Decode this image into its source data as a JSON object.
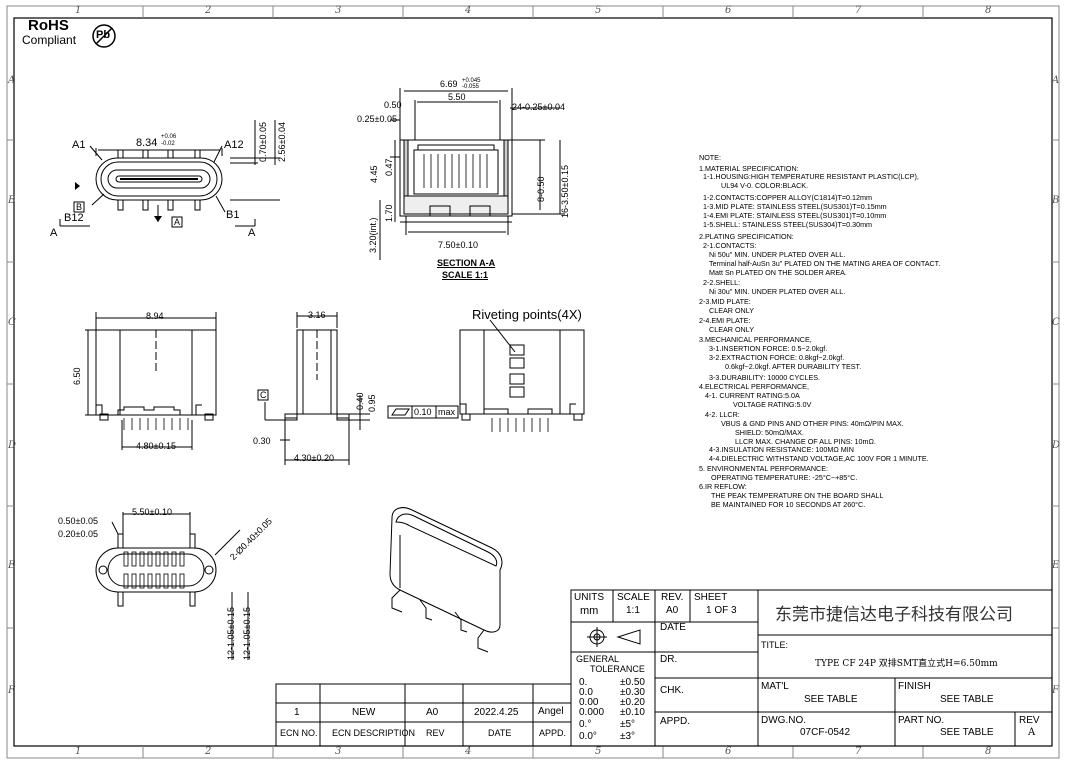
{
  "logo": {
    "rohs": "RoHS",
    "compliant": "Compliant",
    "pb": "Pb"
  },
  "grid": {
    "columns": [
      "1",
      "2",
      "3",
      "4",
      "5",
      "6",
      "7",
      "8"
    ],
    "rows": [
      "A",
      "B",
      "C",
      "D",
      "E",
      "F"
    ]
  },
  "front_view": {
    "a1": "A1",
    "a12": "A12",
    "b12": "B12",
    "b1": "B1",
    "section_a": "A",
    "datum_a": "A",
    "datum_b": "B",
    "width": "8.34",
    "width_tol_up": "+0.06",
    "width_tol_dn": "-0.02",
    "dim_070": "0.70±0.05",
    "dim_256": "2.56±0.04"
  },
  "section": {
    "dim_669": "6.69",
    "tol_669_up": "+0.045",
    "tol_669_dn": "-0.055",
    "dim_550": "5.50",
    "dim_050": "0.50",
    "dim_025": "0.25±0.05",
    "dim_24": "24-0.25±0.04",
    "dim_445": "4.45",
    "dim_047": "0.47",
    "dim_170": "1.70",
    "dim_320": "3.20(int.)",
    "dim_750": "7.50±0.10",
    "dim_8": "8-0.50",
    "dim_16": "16-3.50±0.15",
    "title": "SECTION A-A",
    "scale": "SCALE 1:1"
  },
  "side_views": {
    "dim_894": "8.94",
    "dim_650": "6.50",
    "dim_480": "4.80±0.15",
    "dim_316": "3.16",
    "dim_030": "0.30",
    "dim_430": "4.30±0.20",
    "dim_040": "0.40",
    "dim_095": "0.95",
    "datum_c": "C",
    "flatness": "0.10",
    "flat_max": "max",
    "riveting": "Riveting points(4X)"
  },
  "pcb_view": {
    "dim_550": "5.50±0.10",
    "dim_050": "0.50±0.05",
    "dim_020": "0.20±0.05",
    "dim_holes": "2-Ø0.40±0.05",
    "dim_12a": "12-1.05±0.15",
    "dim_12b": "12-1.05±0.15"
  },
  "notes": [
    "NOTE:",
    "1.MATERIAL SPECIFICATION:",
    "  1-1.HOUSING:HIGH TEMPERATURE RESISTANT PLASTIC(LCP),",
    "       UL94 V-0. COLOR:BLACK.",
    "  1-2.CONTACTS:COPPER ALLOY(C1814)T=0.12mm",
    "  1-3.MID PLATE: STAINLESS STEEL(SUS301)T=0.15mm",
    "  1-4.EMI PLATE: STAINLESS STEEL(SUS301)T=0.10mm",
    "  1-5.SHELL: STAINLESS STEEL(SUS304)T=0.30mm",
    "2.PLATING SPECIFICATION:",
    "  2-1.CONTACTS:",
    "  Ni 50u\" MIN. UNDER PLATED OVER ALL.",
    "  Terminal half-AuSn 3u\" PLATED ON THE MATING AREA OF CONTACT.",
    "  Matt Sn PLATED ON THE SOLDER AREA.",
    "  2-2.SHELL:",
    "  Ni 30u\" MIN. UNDER PLATED OVER ALL.",
    "2-3.MID PLATE:",
    "  CLEAR ONLY",
    "2-4.EMI PLATE:",
    "  CLEAR ONLY",
    "3.MECHANICAL PERFORMANCE,",
    "  3-1.INSERTION FORCE: 0.5~2.0kgf.",
    "  3-2.EXTRACTION FORCE: 0.8kgf~2.0kgf.",
    "       0.6kgf~2.0kgf. AFTER DURABILITY TEST.",
    "  3-3.DURABILITY: 10000 CYCLES.",
    "4.ELECTRICAL PERFORMANCE,",
    "  4-1. CURRENT RATING:5.0A",
    "         VOLTAGE RATING:5.0V",
    "  4-2. LLCR:",
    "         VBUS & GND PINS AND OTHER PINS: 40mΩ/PIN MAX.",
    "         SHIELD: 50mΩ/MAX.",
    "         LLCR MAX. CHANGE OF ALL PINS: 10mΩ.",
    "  4-3.INSULATION RESISTANCE: 100MΩ  MIN",
    "  4-4.DIELECTRIC WITHSTAND VOLTAGE,AC 100V FOR 1 MINUTE.",
    "5. ENVIRONMENTAL PERFORMANCE:",
    "  OPERATING TEMPERATURE: -25°C~+85°C.",
    "6.IR REFLOW:",
    "  THE PEAK TEMPERATURE ON THE BOARD SHALL",
    "  BE MAINTAINED FOR 10 SECONDS AT 260°C."
  ],
  "revision_table": {
    "row": {
      "ecn_no": "1",
      "desc": "NEW",
      "rev": "A0",
      "date": "2022.4.25",
      "appd": "Angel"
    },
    "headers": {
      "ecn_no": "ECN NO.",
      "desc": "ECN  DESCRIPTION",
      "rev": "REV",
      "date": "DATE",
      "appd": "APPD."
    }
  },
  "title_block": {
    "units_label": "UNITS",
    "units": "mm",
    "scale_label": "SCALE",
    "scale": "1:1",
    "rev_label": "REV.",
    "rev": "A0",
    "sheet_label": "SHEET",
    "sheet": "1 OF 3",
    "company": "东莞市捷信达电子科技有限公司",
    "date_label": "DATE",
    "dr_label": "DR.",
    "chk_label": "CHK.",
    "appd_label": "APPD.",
    "title_label": "TITLE:",
    "title": "TYPE CF 24P 双排SMT直立式H=6.50mm",
    "general": "GENERAL",
    "tolerance": "TOLERANCE",
    "tol_rows": [
      [
        "0.",
        "±0.50"
      ],
      [
        "0.0",
        "±0.30"
      ],
      [
        "0.00",
        "±0.20"
      ],
      [
        "0.000",
        "±0.10"
      ],
      [
        "0.°",
        "±5°"
      ],
      [
        "0.0°",
        "±3°"
      ]
    ],
    "mat_label": "MAT'L",
    "mat": "SEE TABLE",
    "finish_label": "FINISH",
    "finish": "SEE TABLE",
    "dwg_label": "DWG.NO.",
    "dwg": "07CF-0542",
    "part_label": "PART NO.",
    "part": "SEE TABLE",
    "rev2_label": "REV",
    "rev2": "A"
  }
}
